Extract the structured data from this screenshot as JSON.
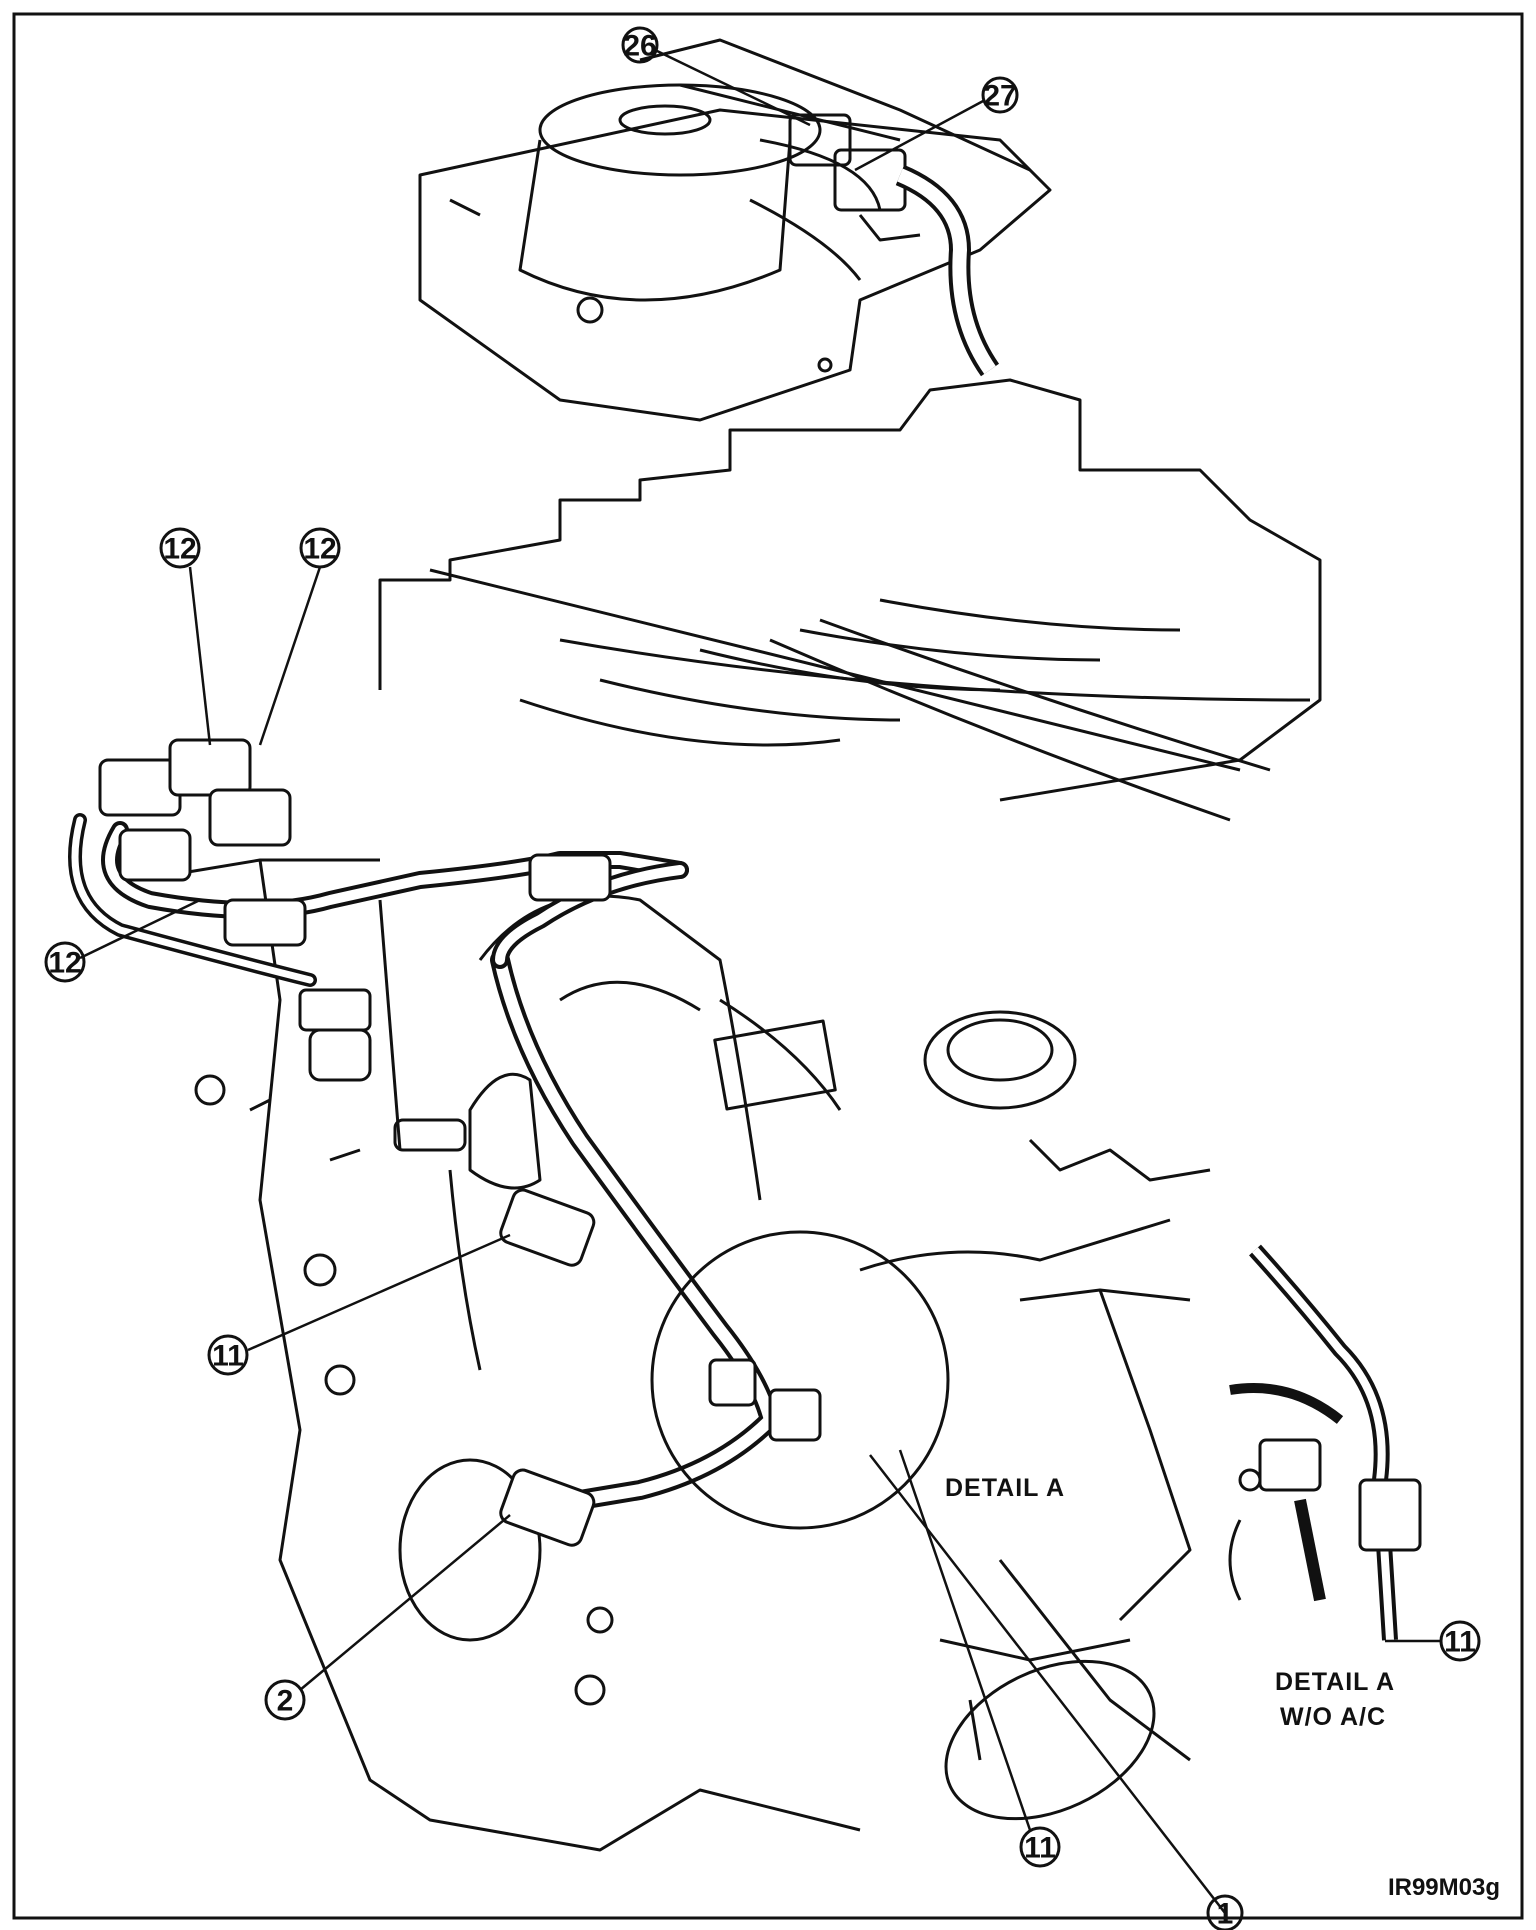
{
  "callouts": {
    "c26": "26",
    "c27": "27",
    "c12a": "12",
    "c12b": "12",
    "c12c": "12",
    "c11a": "11",
    "c2": "2",
    "c11b": "11",
    "c1": "1",
    "c11c": "11"
  },
  "labels": {
    "detail_a": "DETAIL A",
    "detail_a_line1": "DETAIL A",
    "detail_a_line2": "W/O A/C",
    "figure_code": "IR99M03g"
  },
  "colors": {
    "line": "#111111",
    "background": "#ffffff"
  }
}
